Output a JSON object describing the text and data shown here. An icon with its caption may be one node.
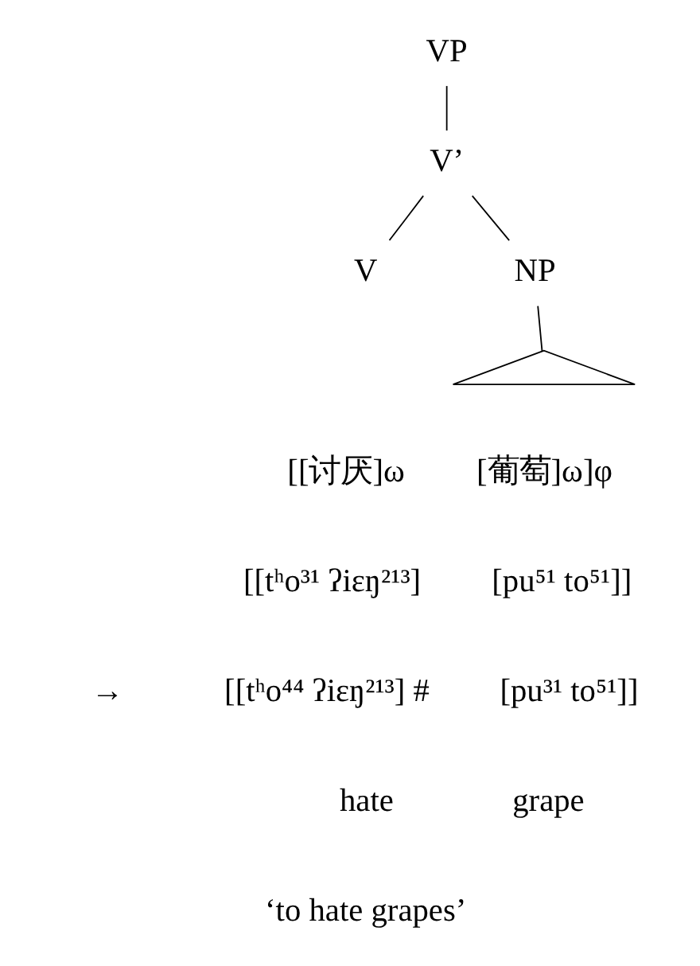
{
  "diagram": {
    "nodes": [
      {
        "text": [
          "VP"
        ]
      },
      {
        "text": [
          "V’"
        ]
      },
      {
        "text": [
          "V"
        ]
      },
      {
        "text": [
          "NP"
        ]
      },
      {
        "text": [],
        "shape": "triangle"
      }
    ],
    "edges": [
      {
        "from": 0,
        "to": 1,
        "arrow": "none"
      },
      {
        "from": 1,
        "to": 2,
        "arrow": "none"
      },
      {
        "from": 1,
        "to": 3,
        "arrow": "none"
      },
      {
        "from": 3,
        "to": 4,
        "arrow": "none"
      }
    ],
    "labels": [
      "[[讨厌]ω",
      "[葡萄]ω]φ",
      "[[tʰo³¹ ʔiɛŋ²¹³]",
      "[pu⁵¹ to⁵¹]]",
      "→",
      "[[tʰo⁴⁴ ʔiɛŋ²¹³] #",
      "[pu³¹ to⁵¹]]",
      "hate",
      "grape",
      "‘to hate grapes’"
    ]
  }
}
